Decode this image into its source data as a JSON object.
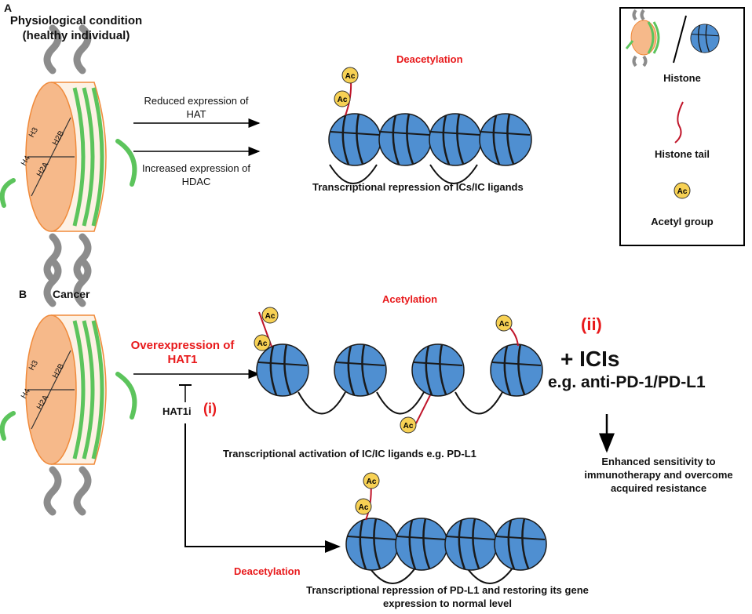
{
  "panel_a": {
    "letter": "A",
    "title_line1": "Physiological condition",
    "title_line2": "(healthy individual)",
    "arrow1_text_line1": "Reduced expression of",
    "arrow1_text_line2": "HAT",
    "arrow2_text_line1": "Increased expression of",
    "arrow2_text_line2": "HDAC",
    "process_label": "Deacetylation",
    "caption": "Transcriptional repression of ICs/IC  ligands"
  },
  "legend": {
    "histone_label": "Histone",
    "tail_label": "Histone tail",
    "acetyl_label": "Acetyl group"
  },
  "panel_b": {
    "letter": "B",
    "title": "Cancer",
    "overexpression_line1": "Overexpression of",
    "overexpression_line2": "HAT1",
    "inhibitor": "HAT1i",
    "marker_i": "(i)",
    "marker_ii": "(ii)",
    "process_top": "Acetylation",
    "caption_top": "Transcriptional  activation of IC/IC ligands e.g. PD-L1",
    "process_bottom": "Deacetylation",
    "caption_bottom_line1": "Transcriptional repression of PD-L1 and restoring its gene",
    "caption_bottom_line2": "expression to normal level",
    "icis_line1": "+ ICIs",
    "icis_line2": "e.g. anti-PD-1/PD-L1",
    "outcome_line1": "Enhanced sensitivity to",
    "outcome_line2": "immunotherapy and overcome",
    "outcome_line3": "acquired resistance"
  },
  "nucleosome_labels": {
    "h3": "H3",
    "h4": "H4",
    "h2b": "H2B",
    "h2a": "H2A",
    "ac": "Ac"
  },
  "colors": {
    "histone_blue": "#4f8fd1",
    "histone_orange": "#f6b98a",
    "dna_green": "#5cc45c",
    "tail_red": "#c0152a",
    "acetyl_yellow": "#f7d154",
    "text_red": "#e8191b"
  }
}
